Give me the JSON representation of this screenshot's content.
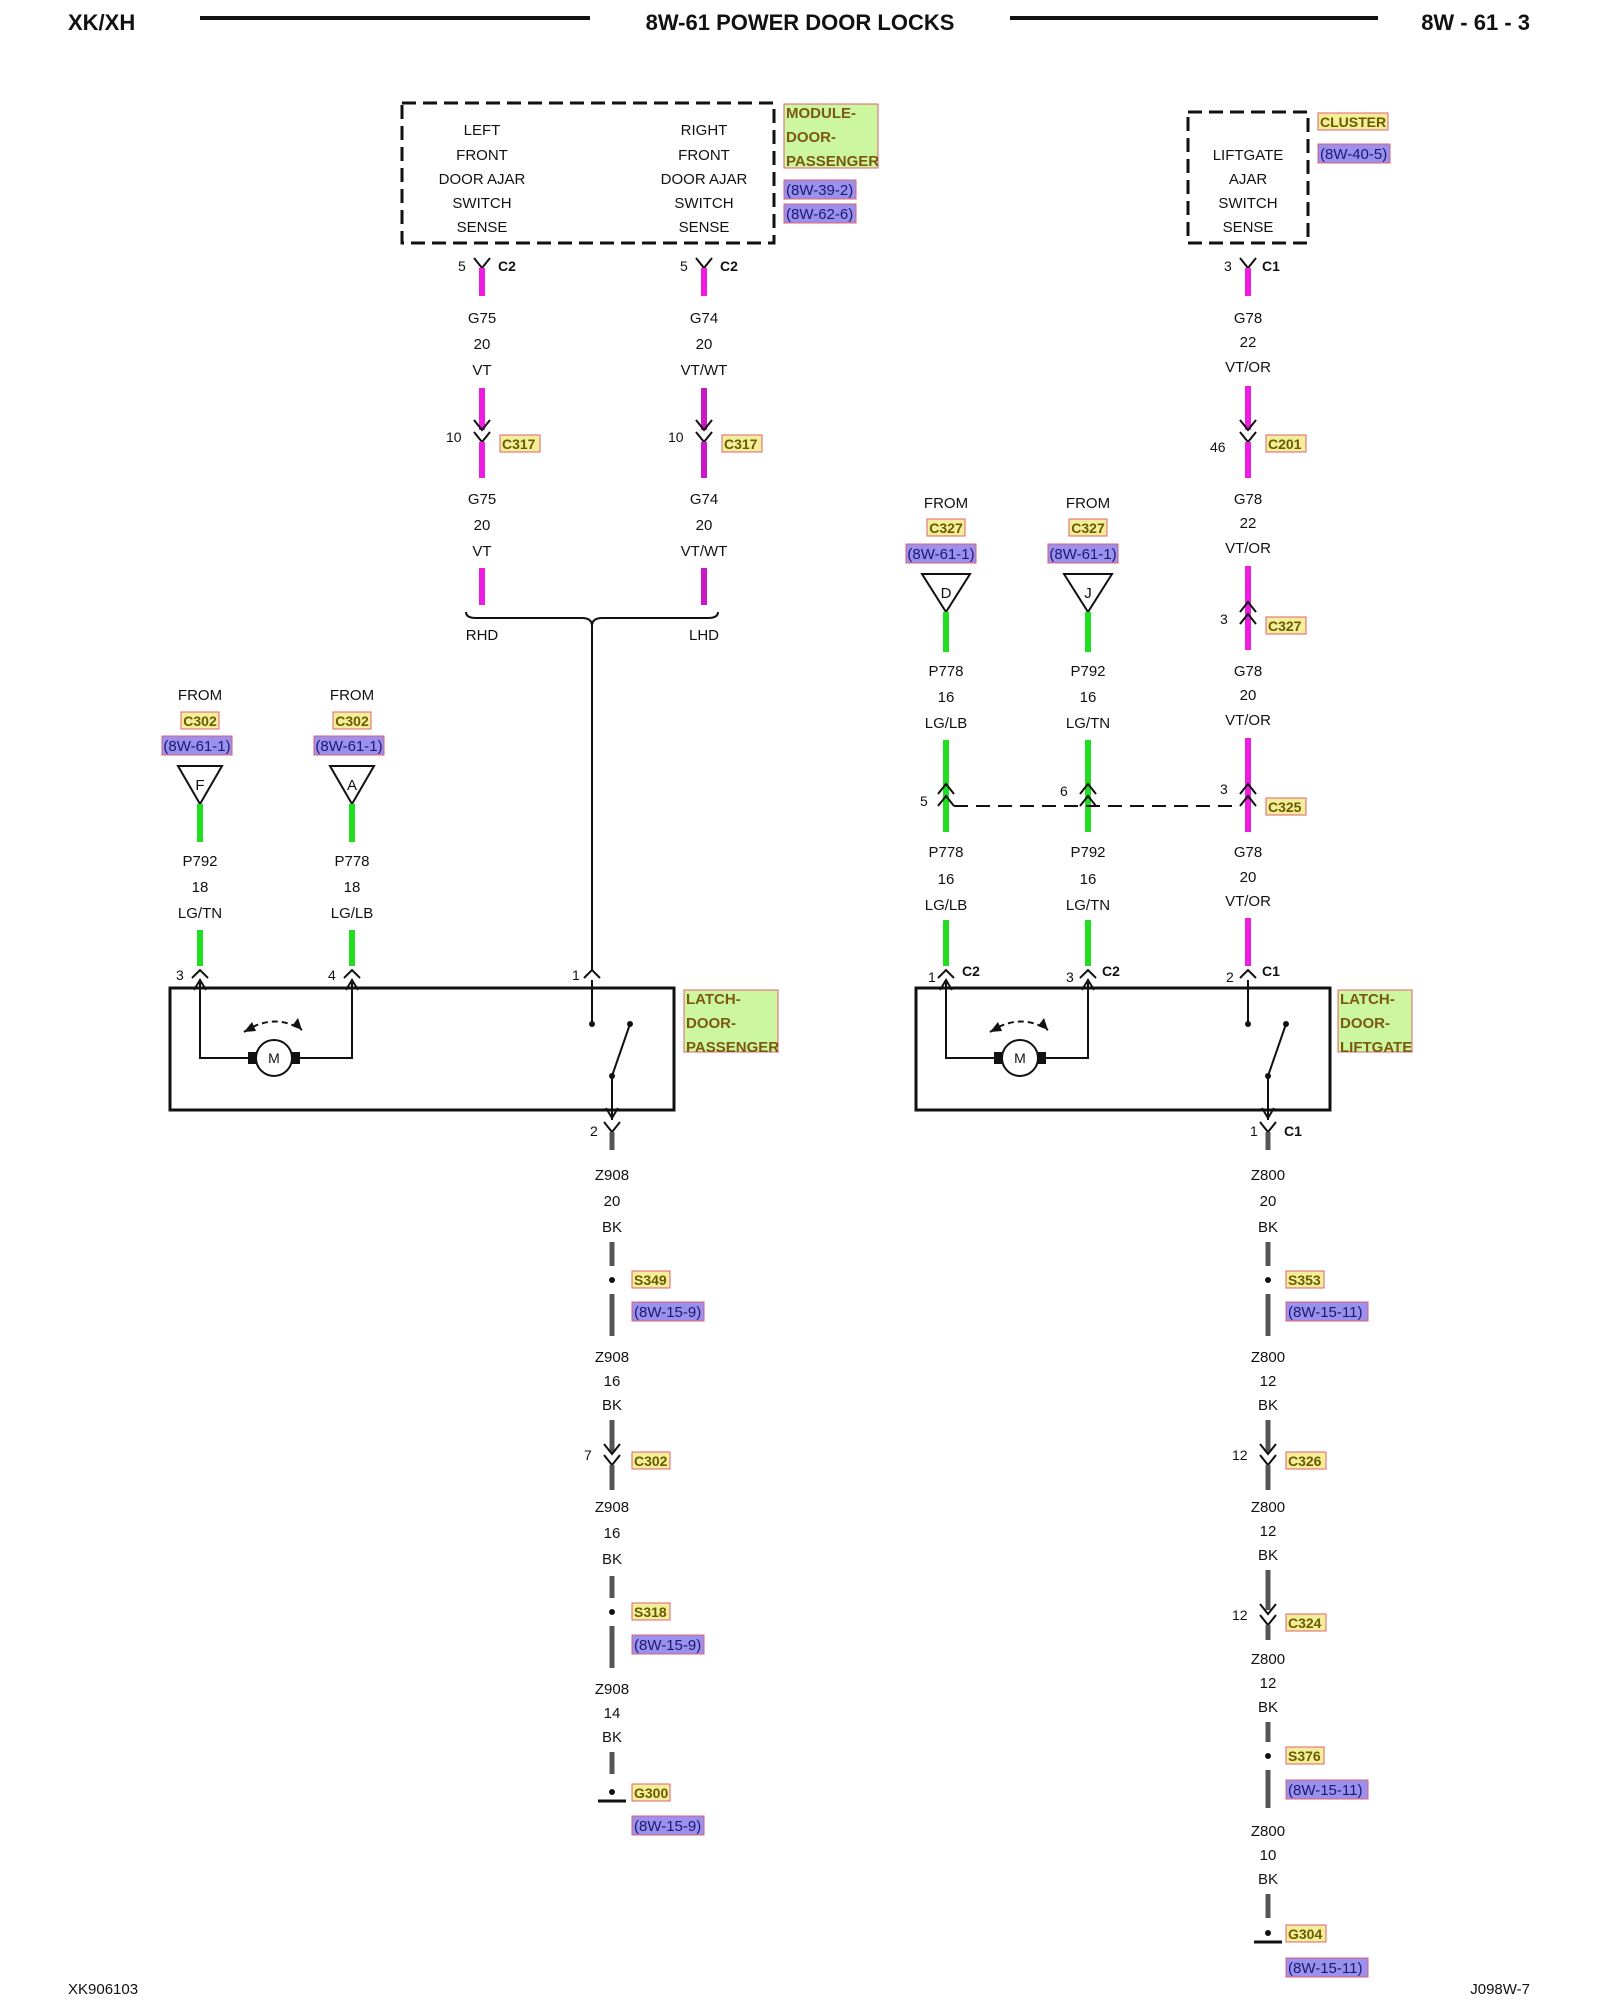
{
  "header": {
    "left": "XK/XH",
    "title": "8W-61 POWER DOOR LOCKS",
    "right": "8W - 61 - 3"
  },
  "footer": {
    "left": "XK906103",
    "right": "J098W-7"
  },
  "colors": {
    "VT": "#ee1ce0",
    "LG": "#22dd22",
    "BK": "#555555",
    "tag_connector": "#f2ee9a",
    "tag_ref": "#9a90ee",
    "tag_component": "#ccf6a0",
    "tag_border": "#e06070"
  },
  "modules": {
    "door_passenger": {
      "name": [
        "MODULE-",
        "DOOR-",
        "PASSENGER"
      ],
      "refs": [
        "(8W-39-2)",
        "(8W-62-6)"
      ],
      "left_label": [
        "LEFT",
        "FRONT",
        "DOOR AJAR",
        "SWITCH",
        "SENSE"
      ],
      "right_label": [
        "RIGHT",
        "FRONT",
        "DOOR AJAR",
        "SWITCH",
        "SENSE"
      ]
    },
    "cluster": {
      "name": "CLUSTER",
      "ref": "(8W-40-5)",
      "label": [
        "LIFTGATE",
        "AJAR",
        "SWITCH",
        "SENSE"
      ]
    }
  },
  "latches": {
    "passenger": {
      "name": [
        "LATCH-",
        "DOOR-",
        "PASSENGER"
      ]
    },
    "liftgate": {
      "name": [
        "LATCH-",
        "DOOR-",
        "LIFTGATE"
      ]
    }
  },
  "motor_label": "M",
  "circuits": {
    "g75_a": [
      "G75",
      "20",
      "VT"
    ],
    "g75_b": [
      "G75",
      "20",
      "VT"
    ],
    "g74_a": [
      "G74",
      "20",
      "VT/WT"
    ],
    "g74_b": [
      "G74",
      "20",
      "VT/WT"
    ],
    "g78_a": [
      "G78",
      "22",
      "VT/OR"
    ],
    "g78_b": [
      "G78",
      "22",
      "VT/OR"
    ],
    "g78_c": [
      "G78",
      "20",
      "VT/OR"
    ],
    "g78_d": [
      "G78",
      "20",
      "VT/OR"
    ],
    "p792_l": [
      "P792",
      "18",
      "LG/TN"
    ],
    "p778_l": [
      "P778",
      "18",
      "LG/LB"
    ],
    "p778_r1": [
      "P778",
      "16",
      "LG/LB"
    ],
    "p792_r1": [
      "P792",
      "16",
      "LG/TN"
    ],
    "p778_r2": [
      "P778",
      "16",
      "LG/LB"
    ],
    "p792_r2": [
      "P792",
      "16",
      "LG/TN"
    ],
    "z908_a": [
      "Z908",
      "20",
      "BK"
    ],
    "z908_b": [
      "Z908",
      "16",
      "BK"
    ],
    "z908_c": [
      "Z908",
      "16",
      "BK"
    ],
    "z908_d": [
      "Z908",
      "14",
      "BK"
    ],
    "z800_a": [
      "Z800",
      "20",
      "BK"
    ],
    "z800_b": [
      "Z800",
      "12",
      "BK"
    ],
    "z800_c": [
      "Z800",
      "12",
      "BK"
    ],
    "z800_d": [
      "Z800",
      "12",
      "BK"
    ],
    "z800_e": [
      "Z800",
      "10",
      "BK"
    ]
  },
  "from_blocks": {
    "f": {
      "from": "FROM",
      "conn": "C302",
      "ref": "(8W-61-1)",
      "letter": "F"
    },
    "a": {
      "from": "FROM",
      "conn": "C302",
      "ref": "(8W-61-1)",
      "letter": "A"
    },
    "d": {
      "from": "FROM",
      "conn": "C327",
      "ref": "(8W-61-1)",
      "letter": "D"
    },
    "j": {
      "from": "FROM",
      "conn": "C327",
      "ref": "(8W-61-1)",
      "letter": "J"
    }
  },
  "connectors": {
    "c2": "C2",
    "c1": "C1",
    "c317": "C317",
    "c201": "C201",
    "c327": "C327",
    "c325": "C325",
    "c302": "C302",
    "c326": "C326",
    "c324": "C324"
  },
  "splices": {
    "s349": {
      "name": "S349",
      "ref": "(8W-15-9)"
    },
    "s318": {
      "name": "S318",
      "ref": "(8W-15-9)"
    },
    "s353": {
      "name": "S353",
      "ref": "(8W-15-11)"
    },
    "s376": {
      "name": "S376",
      "ref": "(8W-15-11)"
    }
  },
  "grounds": {
    "g300": {
      "name": "G300",
      "ref": "(8W-15-9)"
    },
    "g304": {
      "name": "G304",
      "ref": "(8W-15-11)"
    }
  },
  "pins": {
    "p5": "5",
    "p10": "10",
    "p3": "3",
    "p46": "46",
    "p4": "4",
    "p1": "1",
    "p6": "6",
    "p2": "2",
    "p7": "7",
    "p12": "12"
  },
  "rhd": "RHD",
  "lhd": "LHD"
}
